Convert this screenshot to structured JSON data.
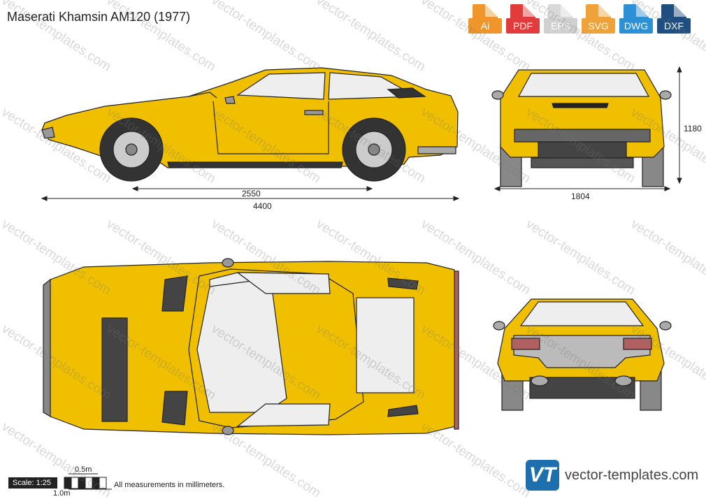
{
  "title": "Maserati Khamsin AM120 (1977)",
  "formats": [
    {
      "label": "Ai",
      "color": "#f0952a"
    },
    {
      "label": "PDF",
      "color": "#e23b3b"
    },
    {
      "label": "EPS",
      "color": "#d9d9d9"
    },
    {
      "label": "SVG",
      "color": "#f0a23a"
    },
    {
      "label": "DWG",
      "color": "#2d8fd6"
    },
    {
      "label": "DXF",
      "color": "#1f4f80"
    }
  ],
  "watermark_text": "vector-templates.com",
  "dimensions": {
    "wheelbase": "2550",
    "length": "4400",
    "width": "1804",
    "height": "1180"
  },
  "scale": {
    "label": "Scale: 1:25",
    "half_meter": "0.5m",
    "one_meter": "1.0m"
  },
  "note": "All measurements in millimeters.",
  "brand": {
    "logo_text": "VT",
    "site": "vector-templates.com"
  },
  "colors": {
    "body": "#f0c000",
    "body_shadow": "#d9a800",
    "outline": "#222222",
    "glass": "#eeeeee",
    "tire": "#333333",
    "rim": "#cccccc",
    "grey": "#888888",
    "taillight": "#b06060"
  }
}
